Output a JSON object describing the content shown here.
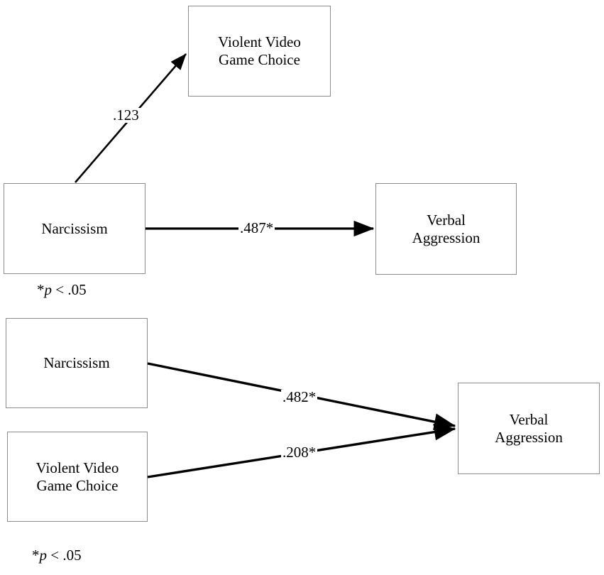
{
  "figure": {
    "type": "path-diagram",
    "models": [
      {
        "id": "upper-model",
        "nodes": [
          {
            "id": "vvgc-top",
            "label": "Violent Video\nGame Choice"
          },
          {
            "id": "narcissism-top",
            "label": "Narcissism"
          },
          {
            "id": "verbal-aggression-top",
            "label": "Verbal\nAggression"
          }
        ],
        "paths": [
          {
            "id": "narc-to-vvgc",
            "from": "narcissism-top",
            "to": "vvgc-top",
            "coefficient": ".123",
            "significant": false
          },
          {
            "id": "narc-to-va",
            "from": "narcissism-top",
            "to": "verbal-aggression-top",
            "coefficient": ".487*",
            "significant": true
          }
        ],
        "note": {
          "star": "*",
          "p": "p",
          "rest": " < .05"
        }
      },
      {
        "id": "lower-model",
        "nodes": [
          {
            "id": "narcissism-bottom",
            "label": "Narcissism"
          },
          {
            "id": "vvgc-bottom",
            "label": "Violent Video\nGame Choice"
          },
          {
            "id": "verbal-aggression-bottom",
            "label": "Verbal\nAggression"
          }
        ],
        "paths": [
          {
            "id": "narc-to-va-2",
            "from": "narcissism-bottom",
            "to": "verbal-aggression-bottom",
            "coefficient": ".482*",
            "significant": true
          },
          {
            "id": "vvgc-to-va",
            "from": "vvgc-bottom",
            "to": "verbal-aggression-bottom",
            "coefficient": ".208*",
            "significant": true
          }
        ],
        "note": {
          "star": "*",
          "p": "p",
          "rest": " < .05"
        }
      }
    ],
    "colors": {
      "box_border": "#8c8c8c",
      "arrow": "#000000",
      "text": "#000000",
      "background": "#ffffff"
    }
  }
}
